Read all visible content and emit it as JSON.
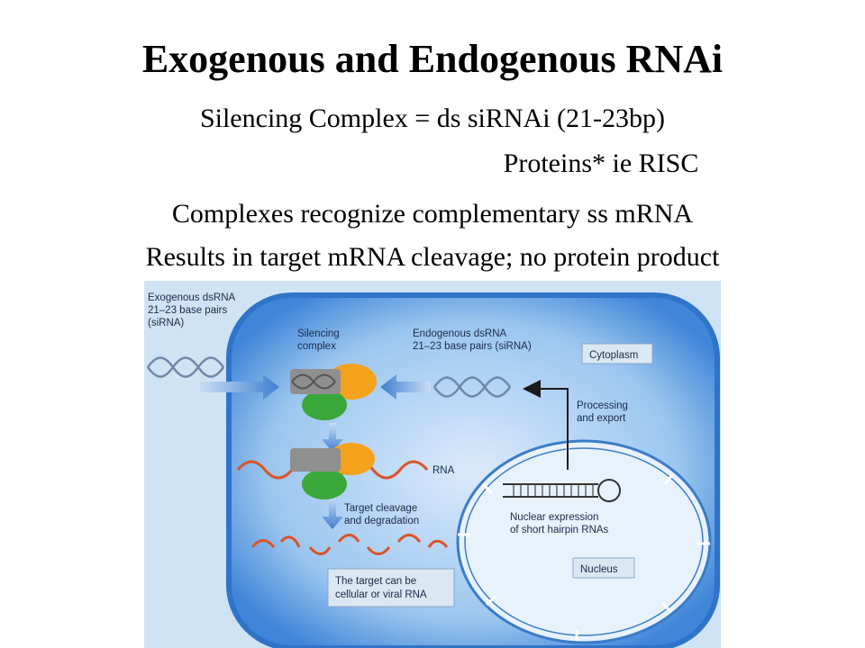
{
  "title": "Exogenous and Endogenous RNAi",
  "lines": [
    "Silencing Complex = ds siRNAi (21-23bp)",
    "Proteins* ie RISC",
    "Complexes recognize complementary ss mRNA",
    "Results in target mRNA cleavage; no protein product"
  ],
  "figure": {
    "exogenous": [
      "Exogenous dsRNA",
      "21–23 base pairs",
      "(siRNA)"
    ],
    "silencing": [
      "Silencing",
      "complex"
    ],
    "endogenous": [
      "Endogenous dsRNA",
      "21–23 base pairs (siRNA)"
    ],
    "cytoplasm": "Cytoplasm",
    "processing": [
      "Processing",
      "and export"
    ],
    "rna": "RNA",
    "cleavage": [
      "Target cleavage",
      "and degradation"
    ],
    "nuclear": [
      "Nuclear expression",
      "of short hairpin RNAs"
    ],
    "target": [
      "The target can be",
      "cellular or viral RNA"
    ],
    "nucleus": "Nucleus"
  },
  "colors": {
    "background": "#cfe3f4",
    "cell": "#3f86d8",
    "cell_inner": "#c6dff6",
    "arrow": "#3f7fd0",
    "protein_green": "#3aa83a",
    "protein_orange": "#f3a21c",
    "protein_gray": "#8f8f8f",
    "mrna": "#d9542a",
    "dna": "#6f88a8"
  }
}
